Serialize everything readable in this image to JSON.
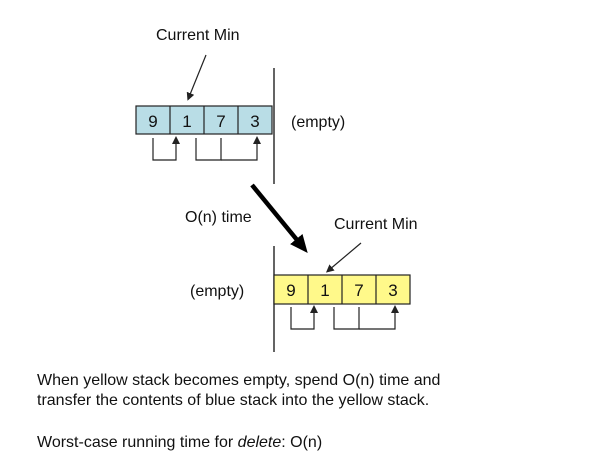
{
  "colors": {
    "blue_fill": "#b9dde6",
    "yellow_fill": "#fff98a",
    "stroke": "#222222",
    "background": "#ffffff"
  },
  "top_panel": {
    "label_current_min": "Current Min",
    "blue_stack": [
      "9",
      "1",
      "7",
      "3"
    ],
    "right_label": "(empty)"
  },
  "transition": {
    "label": "O(n) time"
  },
  "bottom_panel": {
    "label_current_min": "Current Min",
    "left_label": "(empty)",
    "yellow_stack": [
      "9",
      "1",
      "7",
      "3"
    ]
  },
  "captions": {
    "line1": "When yellow stack becomes empty, spend O(n) time and",
    "line2": "transfer the contents of blue stack into the yellow stack.",
    "line3_prefix": "Worst-case running time for ",
    "line3_em": "delete",
    "line3_suffix": ": O(n)"
  }
}
